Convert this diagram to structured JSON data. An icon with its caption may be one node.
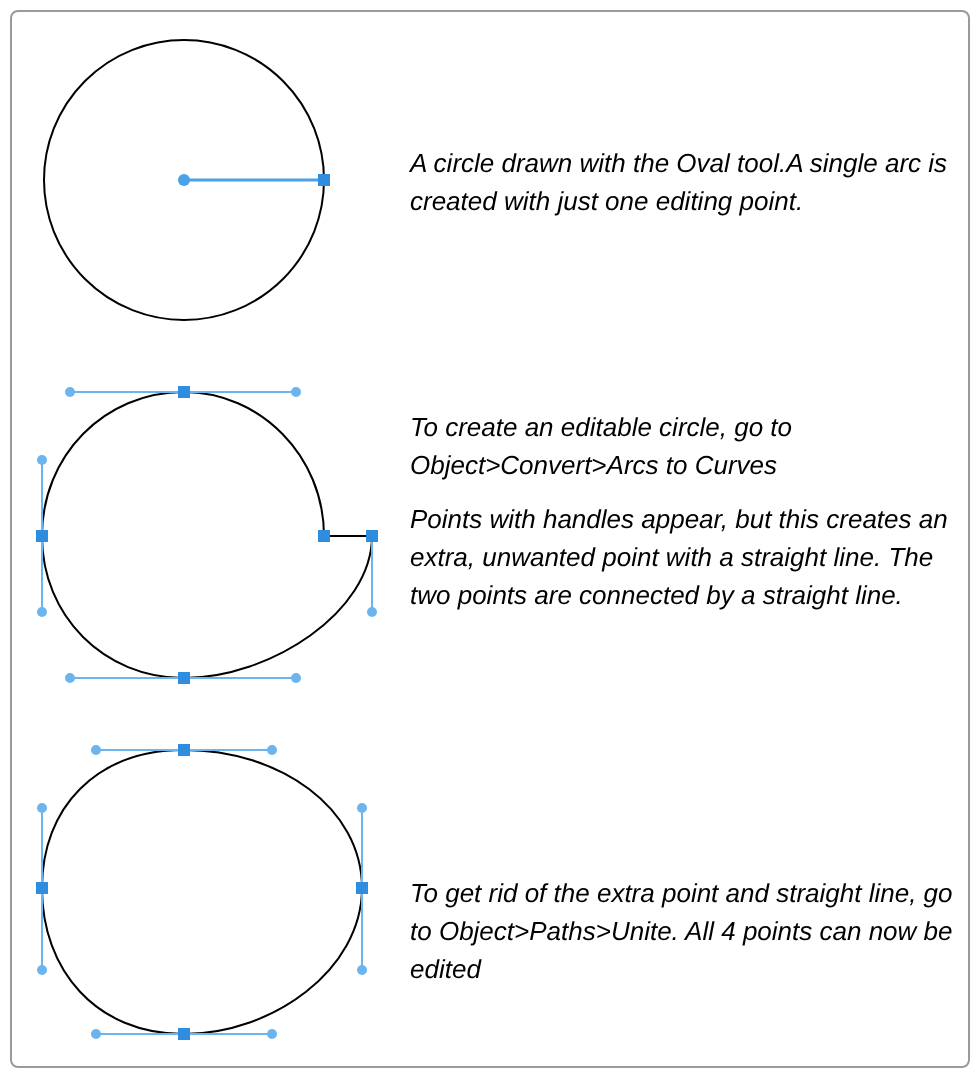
{
  "diagram": {
    "labels": [
      "A circle drawn with the Oval tool.A single arc is created with just one editing point.",
      "To create an editable circle, go to Object>Convert>Arcs to Curves",
      "Points with handles appear, but this creates an extra, unwanted point with a straight line. The two points are connected by a straight line.",
      "To get rid of the extra point and straight line, go to Object>Paths>Unite. All 4 points can now be edited"
    ]
  }
}
